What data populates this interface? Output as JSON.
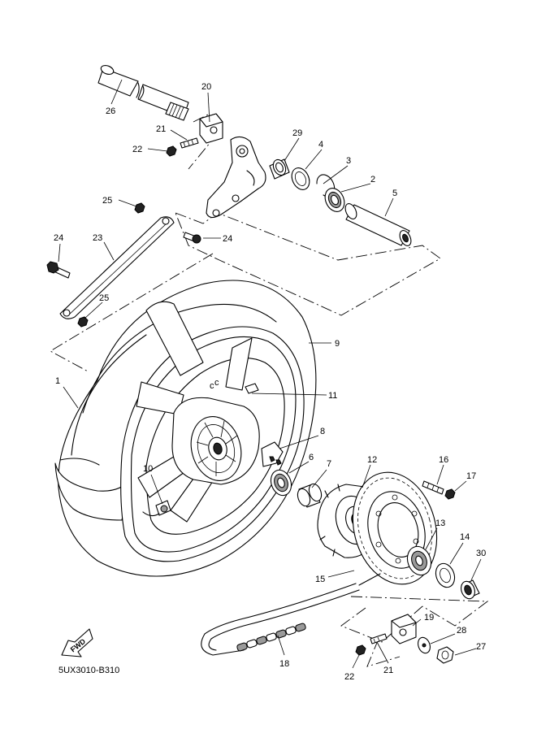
{
  "diagram": {
    "code": "5UX3010-B310",
    "fwd_label": "FWD",
    "callouts": [
      {
        "id": "26",
        "label": "26"
      },
      {
        "id": "20",
        "label": "20"
      },
      {
        "id": "21a",
        "label": "21"
      },
      {
        "id": "22a",
        "label": "22"
      },
      {
        "id": "29",
        "label": "29"
      },
      {
        "id": "4",
        "label": "4"
      },
      {
        "id": "3",
        "label": "3"
      },
      {
        "id": "2",
        "label": "2"
      },
      {
        "id": "5",
        "label": "5"
      },
      {
        "id": "25a",
        "label": "25"
      },
      {
        "id": "24a",
        "label": "24"
      },
      {
        "id": "23",
        "label": "23"
      },
      {
        "id": "24b",
        "label": "24"
      },
      {
        "id": "25b",
        "label": "25"
      },
      {
        "id": "9",
        "label": "9"
      },
      {
        "id": "1",
        "label": "1"
      },
      {
        "id": "11",
        "label": "11"
      },
      {
        "id": "8",
        "label": "8"
      },
      {
        "id": "6",
        "label": "6"
      },
      {
        "id": "7",
        "label": "7"
      },
      {
        "id": "12",
        "label": "12"
      },
      {
        "id": "16",
        "label": "16"
      },
      {
        "id": "17",
        "label": "17"
      },
      {
        "id": "10",
        "label": "10"
      },
      {
        "id": "13",
        "label": "13"
      },
      {
        "id": "14",
        "label": "14"
      },
      {
        "id": "30",
        "label": "30"
      },
      {
        "id": "15",
        "label": "15"
      },
      {
        "id": "19",
        "label": "19"
      },
      {
        "id": "28",
        "label": "28"
      },
      {
        "id": "27",
        "label": "27"
      },
      {
        "id": "18",
        "label": "18"
      },
      {
        "id": "22b",
        "label": "22"
      },
      {
        "id": "21b",
        "label": "21"
      }
    ]
  }
}
